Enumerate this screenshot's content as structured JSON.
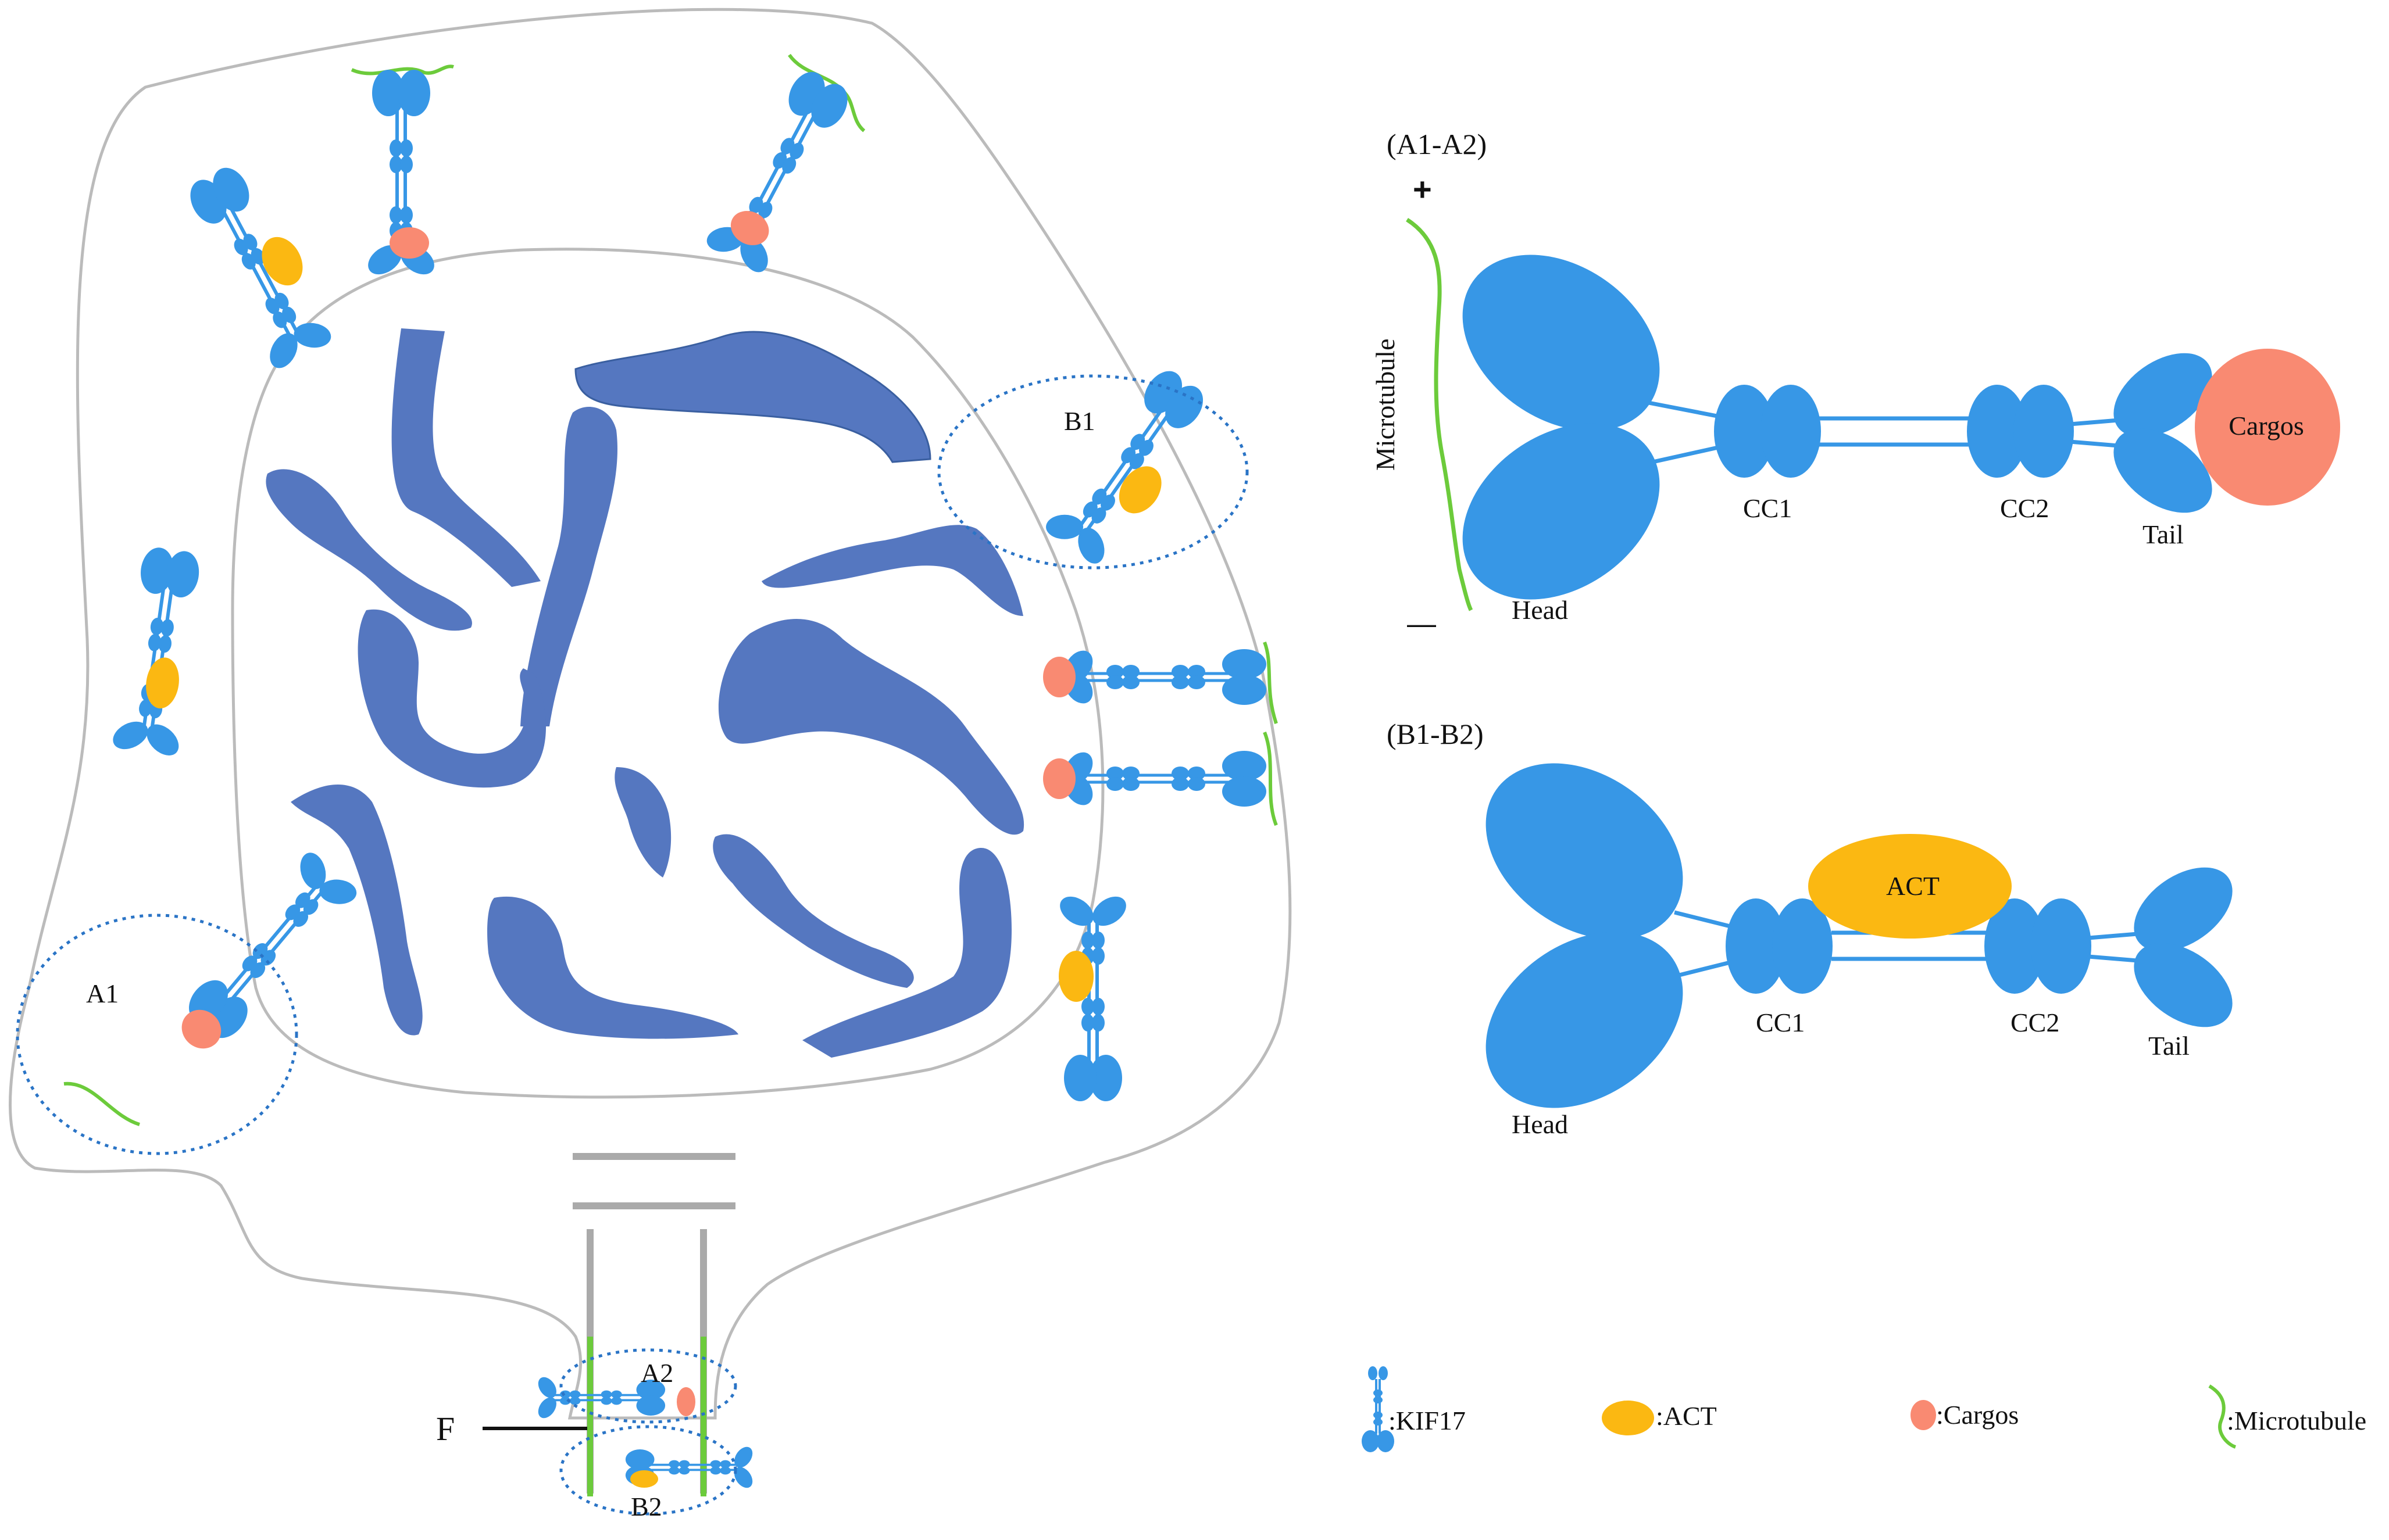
{
  "colors": {
    "kinesin": "#3797e6",
    "act": "#fbb812",
    "cargo": "#f98a72",
    "microtubule": "#6ccb3b",
    "chromatin": "#5577c0",
    "membrane": "#bbbbbb",
    "circle": "#2a74c6",
    "text": "#111111"
  },
  "cell": {
    "a1_label": "A1",
    "b1_label": "B1",
    "a2_label": "A2",
    "b2_label": "B2",
    "f_label": "F"
  },
  "panel_a": {
    "title": "(A1-A2)",
    "plus": "+",
    "minus": "—",
    "microtubule": "Microtubule",
    "head": "Head",
    "cc1": "CC1",
    "cc2": "CC2",
    "tail": "Tail",
    "cargos": "Cargos"
  },
  "panel_b": {
    "title": "(B1-B2)",
    "act": "ACT",
    "head": "Head",
    "cc1": "CC1",
    "cc2": "CC2",
    "tail": "Tail"
  },
  "legend": {
    "kif17": ":KIF17",
    "act": ":ACT",
    "cargos": ":Cargos",
    "microtubule": ":Microtubule"
  }
}
